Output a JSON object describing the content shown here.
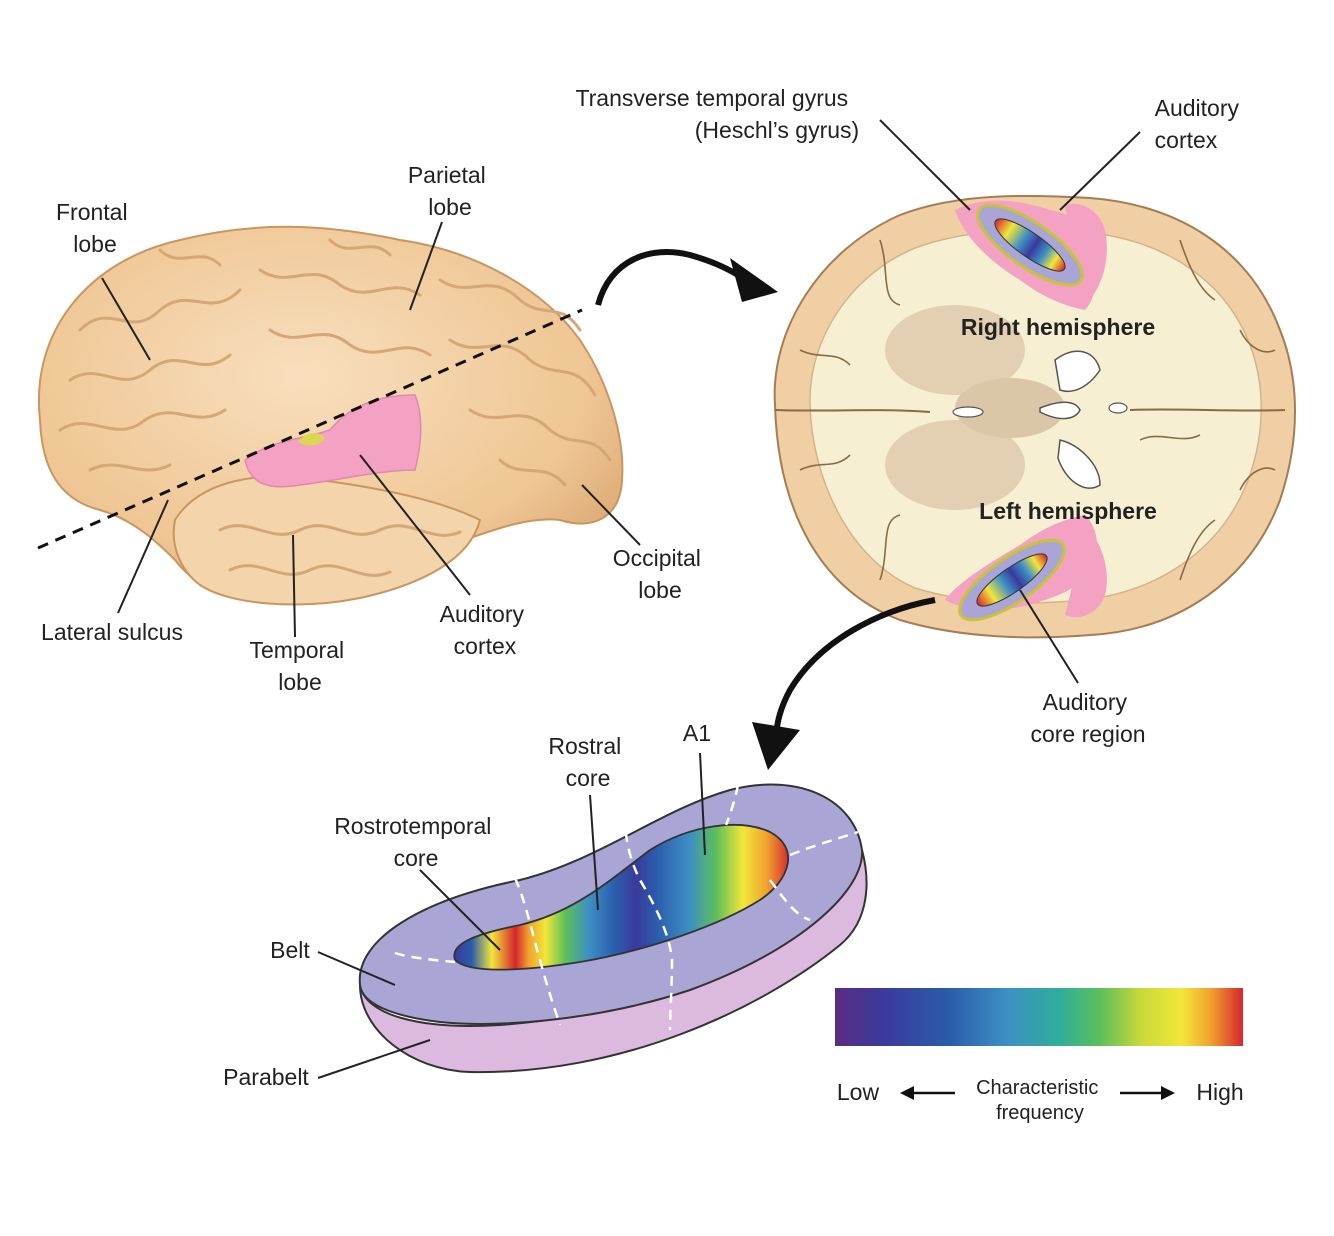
{
  "brain_lateral": {
    "frontal_lobe": [
      "Frontal",
      "lobe"
    ],
    "parietal_lobe": [
      "Parietal",
      "lobe"
    ],
    "occipital_lobe": [
      "Occipital",
      "lobe"
    ],
    "temporal_lobe": [
      "Temporal",
      "lobe"
    ],
    "auditory_cortex": [
      "Auditory",
      "cortex"
    ],
    "lateral_sulcus": "Lateral sulcus"
  },
  "brain_section": {
    "transverse_gyrus": [
      "Transverse temporal gyrus",
      "(Heschl’s gyrus)"
    ],
    "auditory_cortex": [
      "Auditory",
      "cortex"
    ],
    "right_hemisphere": "Right hemisphere",
    "left_hemisphere": "Left hemisphere",
    "auditory_core_region": [
      "Auditory",
      "core region"
    ]
  },
  "core_detail": {
    "rostral_core": [
      "Rostral",
      "core"
    ],
    "a1": "A1",
    "rostrotemporal_core": [
      "Rostrotemporal",
      "core"
    ],
    "belt": "Belt",
    "parabelt": "Parabelt"
  },
  "legend": {
    "low": "Low",
    "high": "High",
    "characteristic": [
      "Characteristic",
      "frequency"
    ],
    "gradient_colors": [
      "#5a2d82",
      "#3a3a9c",
      "#2b5cab",
      "#3d8fc4",
      "#2fae9a",
      "#5cbf5a",
      "#c8d93a",
      "#f2e63a",
      "#f0a32e",
      "#d6262d"
    ]
  },
  "colors": {
    "brain": "#f0ccA0",
    "auditory_pink": "#f3a2c4",
    "belt_purple": "#a9a6d6",
    "parabelt_lilac": "#dcb9de",
    "white_matter": "#f6efd2"
  }
}
